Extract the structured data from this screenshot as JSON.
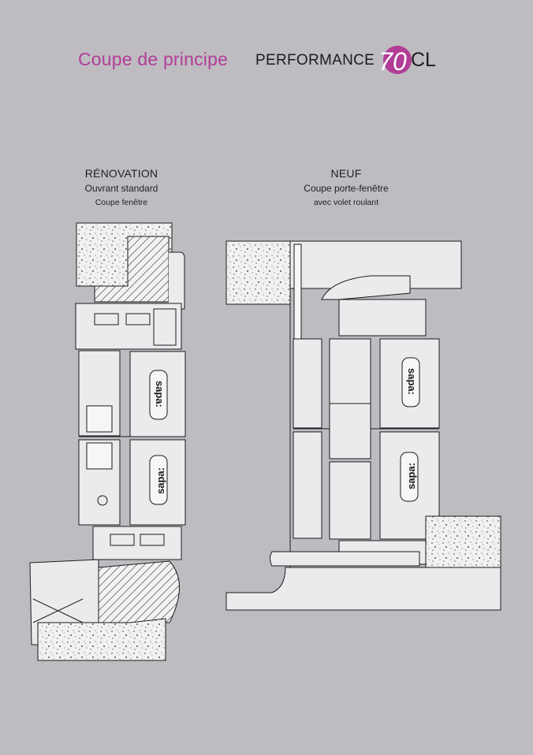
{
  "header": {
    "title": "Coupe de principe",
    "brand_word": "PERFORMANCE",
    "brand_number": "70",
    "brand_suffix": "CL"
  },
  "sections": [
    {
      "title": "RÉNOVATION",
      "subtitle": "Ouvrant standard",
      "caption": "Coupe fenêtre"
    },
    {
      "title": "NEUF",
      "subtitle": "Coupe porte-fenêtre",
      "caption": "avec volet roulant"
    }
  ],
  "profile_label": "sapa:",
  "colors": {
    "background": "#bebcc1",
    "accent_magenta": "#b23d97",
    "line": "#1b1b1b",
    "panel": "#eceaec"
  }
}
